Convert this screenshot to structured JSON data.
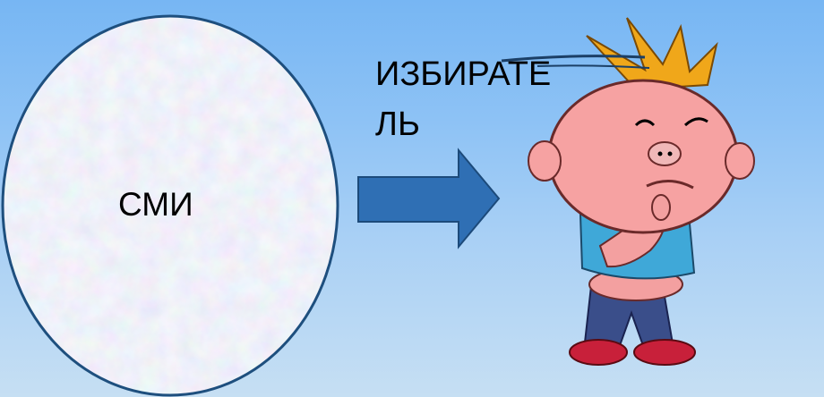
{
  "slide": {
    "media_label": "СМИ",
    "voter_label_line1": "ИЗБИРАТЕ",
    "voter_label_line2": "ЛЬ"
  },
  "colors": {
    "background_top": "#77b6f3",
    "background_bottom": "#c6dff3",
    "ellipse_fill": "#d6dcec",
    "ellipse_stroke": "#1e4f7e",
    "arrow_fill": "#2f6fb4",
    "arrow_stroke": "#1c4a7a"
  },
  "icons": {
    "character": "thinking-boy-cartoon-icon",
    "arrow": "right-arrow-icon"
  }
}
